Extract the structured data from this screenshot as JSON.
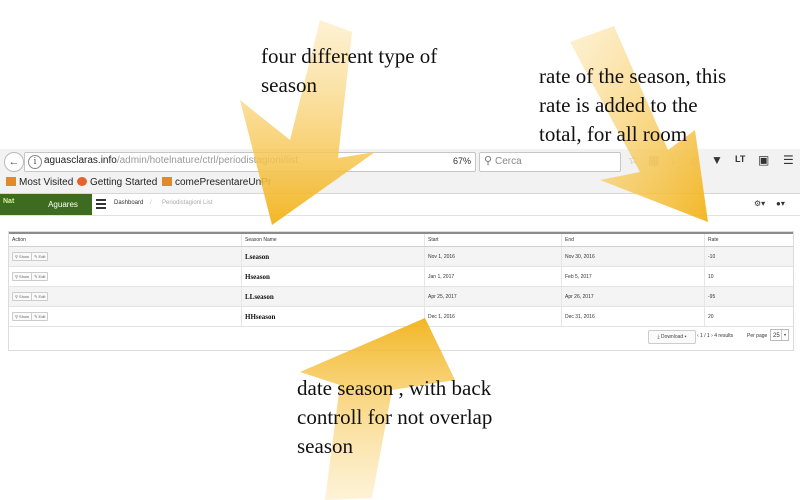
{
  "annotations": {
    "season_types": [
      "four different type of",
      "season"
    ],
    "rate_note": [
      "rate of the season, this",
      "rate is added to the",
      "total, for all room"
    ],
    "date_note": [
      "date season , with back",
      "controll for not overlap",
      "season"
    ],
    "arrow_color": "#f2b31a"
  },
  "browser": {
    "url_domain": "aguasclaras.info",
    "url_path": "/admin/hotelnature/ctrl/periodistagioni/list",
    "zoom": "67%",
    "search_placeholder": "Cerca",
    "bookmarks": [
      "Most Visited",
      "Getting Started",
      "comePresentareUnPr"
    ],
    "lt_icon_text": "LT"
  },
  "app": {
    "logo_text": "Nat",
    "name": "Aguares",
    "brand_color": "#3d6b1f",
    "breadcrumb": [
      "Dashboard",
      "Periodistagioni List"
    ],
    "columns": [
      "Action",
      "Season Name",
      "Start",
      "End",
      "Rate"
    ],
    "rows": [
      {
        "show": "Show",
        "edit": "Edit",
        "name": "Lseason",
        "start": "Nov 1, 2016",
        "end": "Nov 30, 2016",
        "rate": "-10"
      },
      {
        "show": "Show",
        "edit": "Edit",
        "name": "Hseason",
        "start": "Jan 1, 2017",
        "end": "Feb 5, 2017",
        "rate": "10"
      },
      {
        "show": "Show",
        "edit": "Edit",
        "name": "LLseason",
        "start": "Apr 25, 2017",
        "end": "Apr 26, 2017",
        "rate": "-95"
      },
      {
        "show": "Show",
        "edit": "Edit",
        "name": "HHseason",
        "start": "Dec 1, 2016",
        "end": "Dec 31, 2016",
        "rate": "20"
      }
    ],
    "download_label": "Download",
    "pager_text": "‹ 1 / 1 ›  4 results",
    "per_page_label": "Per page",
    "per_page_value": "25"
  }
}
